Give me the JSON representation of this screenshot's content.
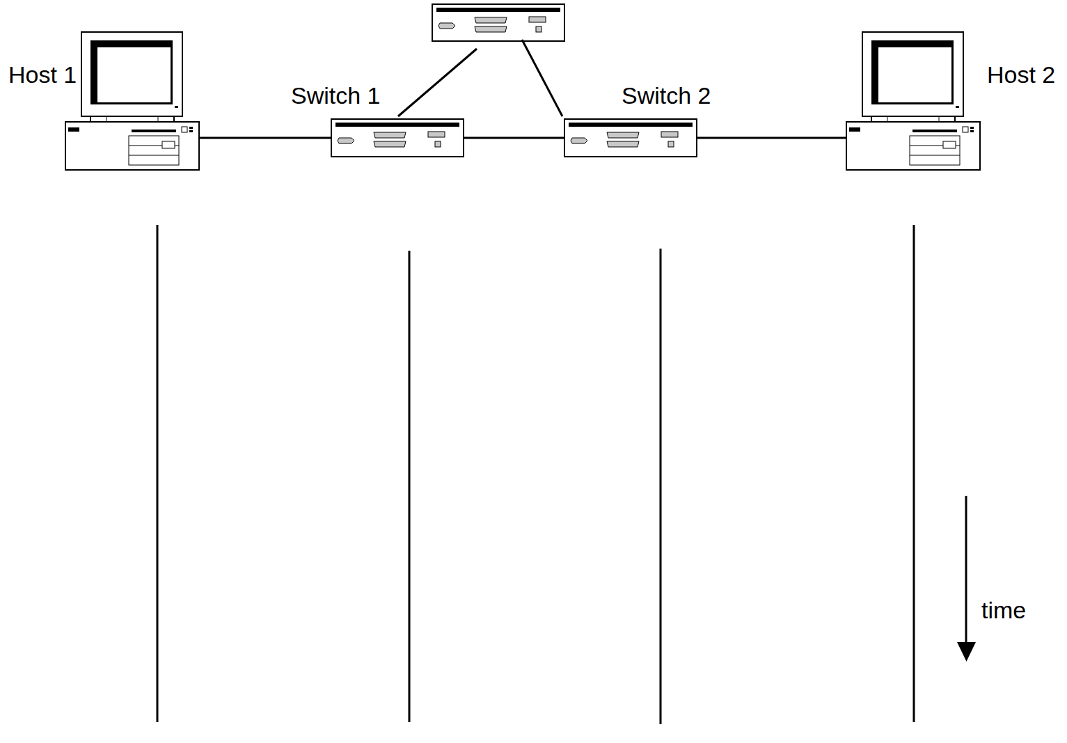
{
  "diagram": {
    "nodes": [
      {
        "text": [
          "Host 1"
        ]
      },
      {
        "text": [
          "Switch 1"
        ]
      },
      {
        "text": [
          "Switch 2"
        ]
      },
      {
        "text": [
          "Host 2"
        ]
      }
    ],
    "edges": [
      {
        "from": 0,
        "to": 1,
        "arrow": "none"
      },
      {
        "from": 1,
        "to": 2,
        "arrow": "none"
      },
      {
        "from": 2,
        "to": 3,
        "arrow": "none"
      }
    ],
    "labels": [
      "time"
    ]
  }
}
